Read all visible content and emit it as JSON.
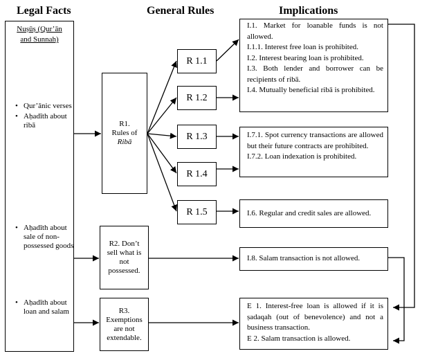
{
  "headers": {
    "legal_facts": "Legal Facts",
    "general_rules": "General Rules",
    "implications": "Implications"
  },
  "legal_facts": {
    "nusus_line1": "Nuṣūṣ (Qur’ān",
    "nusus_line2": "and Sunnah)",
    "group1": [
      "Qur’ānic verses",
      "Aḥadīth about ribā"
    ],
    "group2": [
      "Aḥadīth about sale of non-possessed goods"
    ],
    "group3": [
      "Aḥadīth about loan and salam"
    ]
  },
  "rules": {
    "r1_line1": "R1.",
    "r1_line2": "Rules of",
    "r1_line3": "Ribā",
    "r2": "R2. Don’t sell what is not possessed.",
    "r3": "R3. Exemptions are not extendable."
  },
  "subrules": [
    "R 1.1",
    "R 1.2",
    "R 1.3",
    "R 1.4",
    "R 1.5"
  ],
  "implications": {
    "box1": [
      "I.1. Market for loanable funds is not allowed.",
      "I.1.1. Interest free loan is prohibited.",
      "I.2. Interest bearing loan is prohibited.",
      "I.3. Both lender and borrower can be recipients of ribā.",
      "I.4. Mutually beneficial ribā is prohibited."
    ],
    "box2": [
      "I.7.1. Spot currency transactions are allowed but their future contracts are prohibited.",
      "I.7.2. Loan indexation is prohibited."
    ],
    "box3": [
      "I.6. Regular and credit sales are allowed."
    ],
    "box4": [
      "I.8. Salam transaction is not allowed."
    ],
    "box5": [
      "E 1. Interest-free loan is allowed if it is ṣadaqah (out of benevolence) and not a business transaction.",
      "E 2. Salam transaction is allowed."
    ]
  }
}
